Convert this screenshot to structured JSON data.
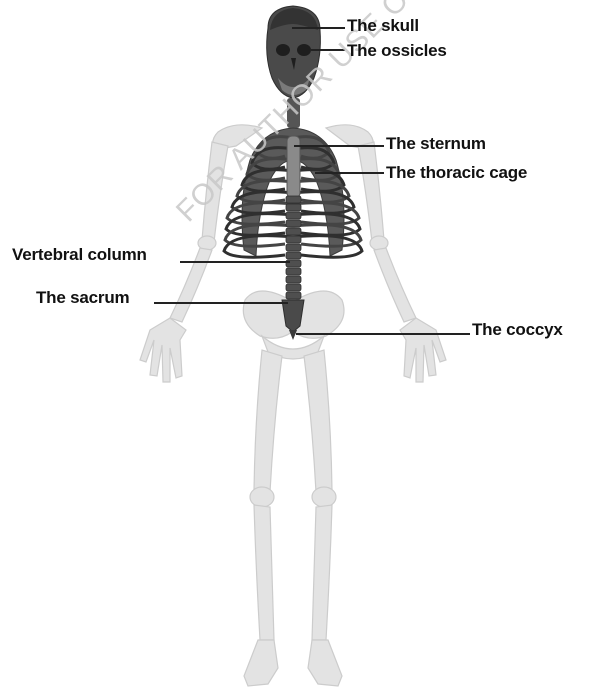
{
  "labels": {
    "skull": "The skull",
    "ossicles": "The ossicles",
    "sternum": "The sternum",
    "thoracic_cage": "The thoracic cage",
    "vertebral_column": "Vertebral column",
    "sacrum": "The sacrum",
    "coccyx": "The coccyx"
  },
  "watermark": "FOR AUTHOR USE ONLY",
  "colors": {
    "axial_bone": "#4a4a4a",
    "axial_bone_light": "#7a7a7a",
    "appendicular_bone": "#e2e2e2",
    "appendicular_outline": "#c9c9c9",
    "leader_line": "#222222"
  }
}
